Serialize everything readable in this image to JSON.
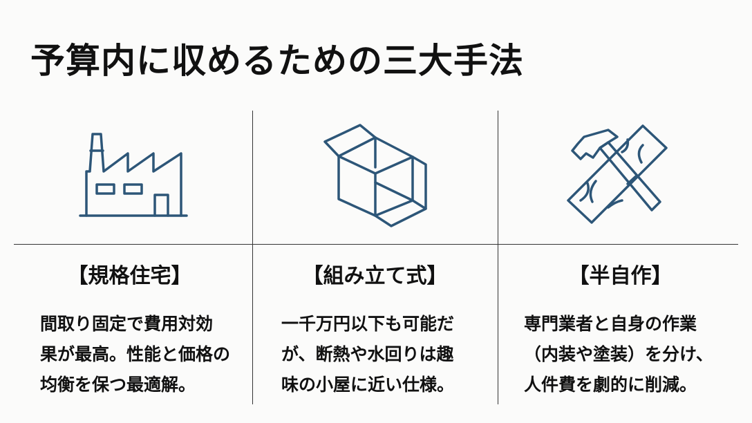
{
  "title": "予算内に収めるための三大手法",
  "columns": [
    {
      "icon": "factory-icon",
      "heading": "【規格住宅】",
      "lines": [
        "間取り固定で費用対効",
        "果が最高。性能と価格の",
        "均衡を保つ最適解。"
      ]
    },
    {
      "icon": "box-icon",
      "heading": "【組み立て式】",
      "lines": [
        "一千万円以下も可能だ",
        "が、断熱や水回りは趣",
        "味の小屋に近い仕様。"
      ]
    },
    {
      "icon": "hammer-wood-icon",
      "heading": "【半自作】",
      "lines": [
        "専門業者と自身の作業",
        "（内装や塗装）を分け、",
        "人件費を劇的に削減。"
      ]
    }
  ],
  "colors": {
    "icon": "#2d5678",
    "text": "#111111",
    "background": "#fbfbfa"
  }
}
